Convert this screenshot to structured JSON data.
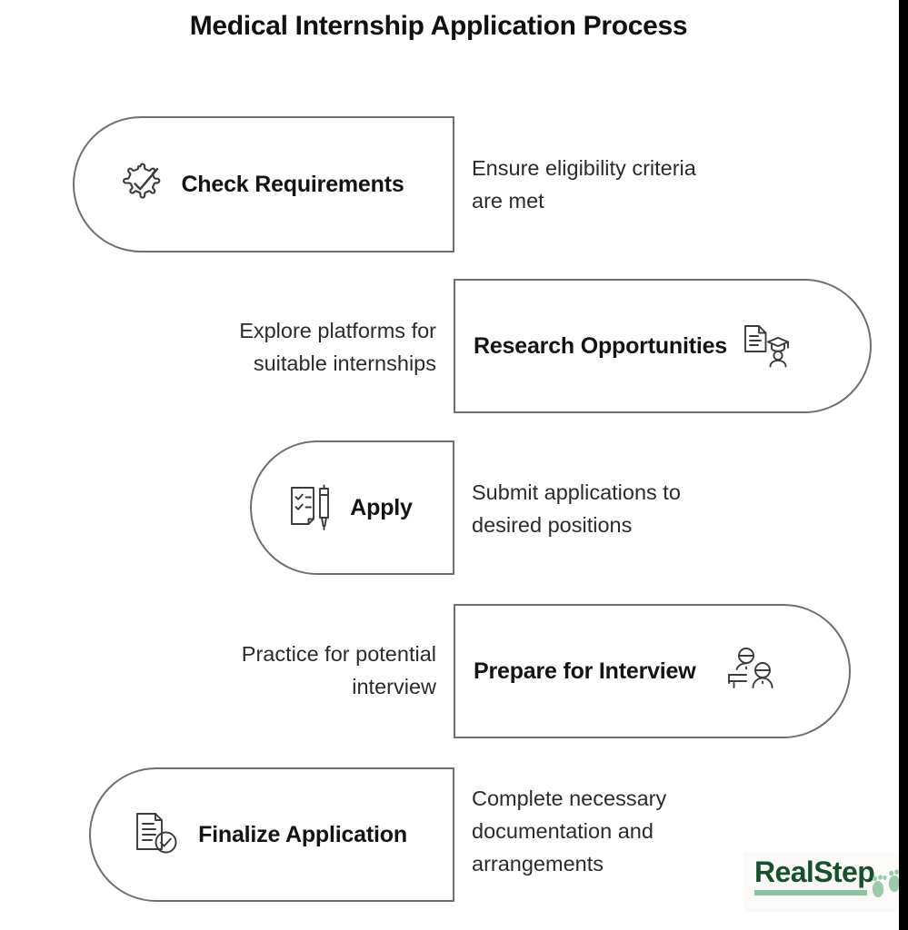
{
  "page": {
    "title": "Medical Internship Application Process",
    "background_color": "#ffffff",
    "outline_color": "#6f6f6f",
    "text_color": "#1a1a1a"
  },
  "steps": [
    {
      "id": "check-requirements",
      "label": "Check Requirements",
      "description": "Ensure eligibility criteria\nare met",
      "icon": "gear-check-icon",
      "pill_side": "left-round",
      "description_align": "left-align"
    },
    {
      "id": "research-opportunities",
      "label": "Research Opportunities",
      "description": "Explore platforms for\nsuitable internships",
      "icon": "document-graduate-icon",
      "pill_side": "right-round",
      "description_align": "right-align"
    },
    {
      "id": "apply",
      "label": "Apply",
      "description": "Submit applications to\ndesired positions",
      "icon": "checklist-pen-icon",
      "pill_side": "left-round",
      "description_align": "left-align"
    },
    {
      "id": "prepare-for-interview",
      "label": "Prepare for Interview",
      "description": "Practice for potential\ninterview",
      "icon": "interview-people-icon",
      "pill_side": "right-round",
      "description_align": "right-align"
    },
    {
      "id": "finalize-application",
      "label": "Finalize Application",
      "description": "Complete necessary\ndocumentation and\narrangements",
      "icon": "document-check-icon",
      "pill_side": "left-round",
      "description_align": "left-align"
    }
  ],
  "logo": {
    "text": "RealStep",
    "icon": "footprints-icon",
    "text_color": "#15512c",
    "accent_color": "#8cc4a0"
  }
}
